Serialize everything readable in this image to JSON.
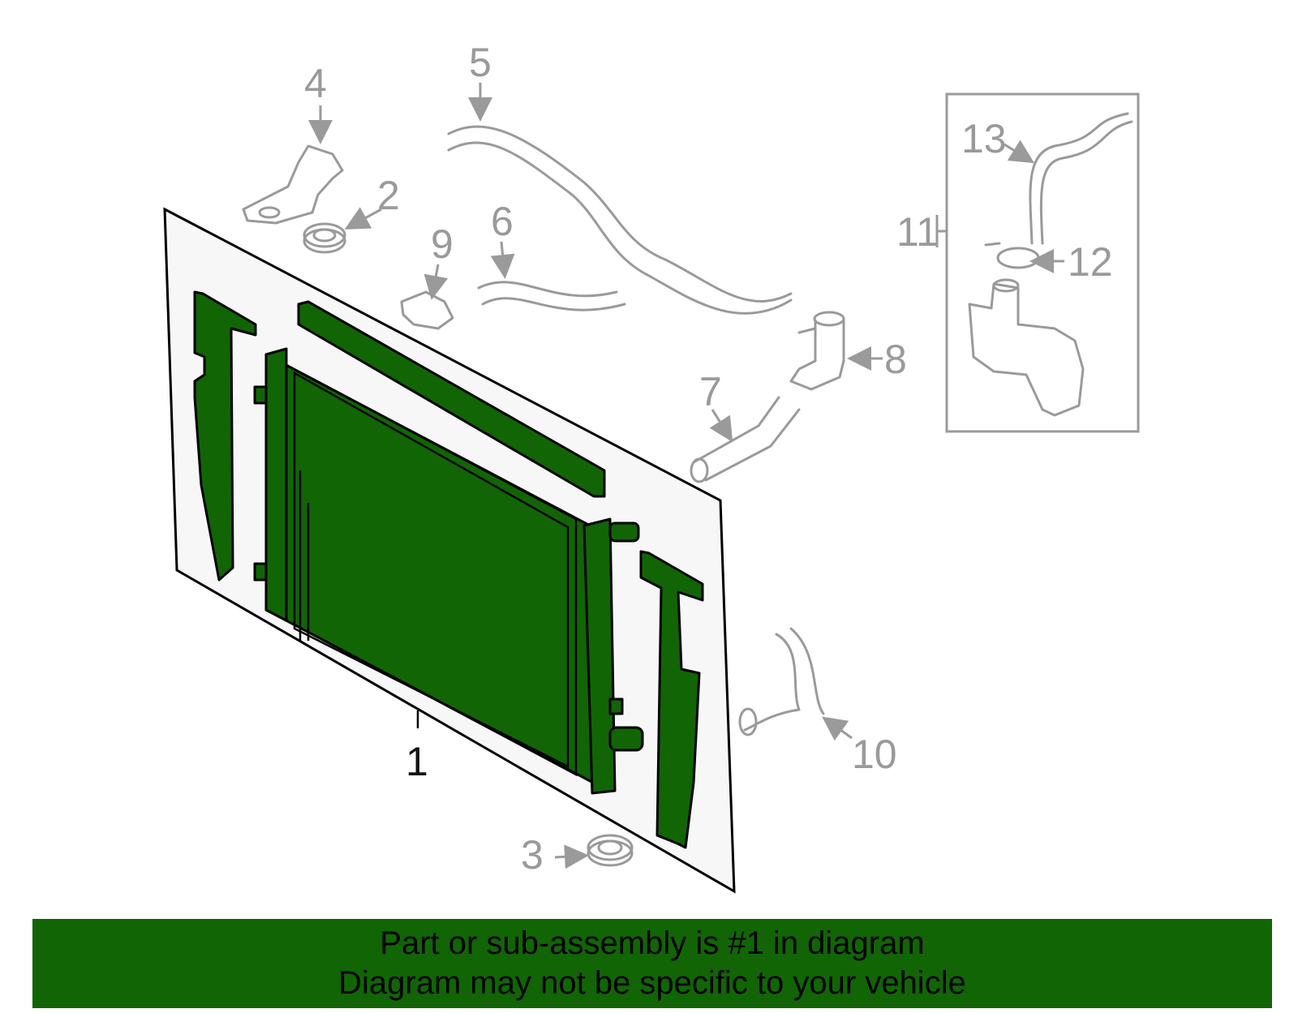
{
  "colors": {
    "highlight": "#116505",
    "ghost": "#9a9a9a",
    "panel": "#f7f7f7",
    "footer_bg": "#116505"
  },
  "callouts": {
    "c1": "1",
    "c2": "2",
    "c3": "3",
    "c4": "4",
    "c5": "5",
    "c6": "6",
    "c7": "7",
    "c8": "8",
    "c9": "9",
    "c10": "10",
    "c11": "11",
    "c12": "12",
    "c13": "13"
  },
  "footer": {
    "line1": "Part or sub-assembly is #1 in diagram",
    "line2": "Diagram may not be specific to your vehicle"
  }
}
